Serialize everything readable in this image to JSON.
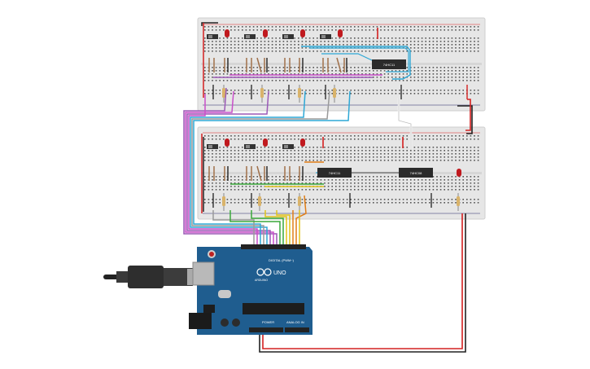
{
  "chips": {
    "top": "74HC11",
    "mid_left": "74HC11",
    "mid_right": "74HC08"
  },
  "arduino": {
    "brand": "ARDUINO",
    "model": "UNO",
    "digital_label": "DIGITAL (PWM~)",
    "power_label": "POWER",
    "analog_label": "ANALOG IN"
  },
  "colors": {
    "board_blue": "#1f5d8f",
    "breadboard": "#e8e8e8",
    "led_red": "#c0191e",
    "wire_red": "#d42020",
    "wire_black": "#222222",
    "wire_purple": "#9b59b6",
    "wire_magenta": "#c94fc9",
    "wire_cyan": "#2ea8d6",
    "wire_green": "#3aa83a",
    "wire_yellow": "#e1c21a",
    "wire_orange": "#e07d16"
  }
}
